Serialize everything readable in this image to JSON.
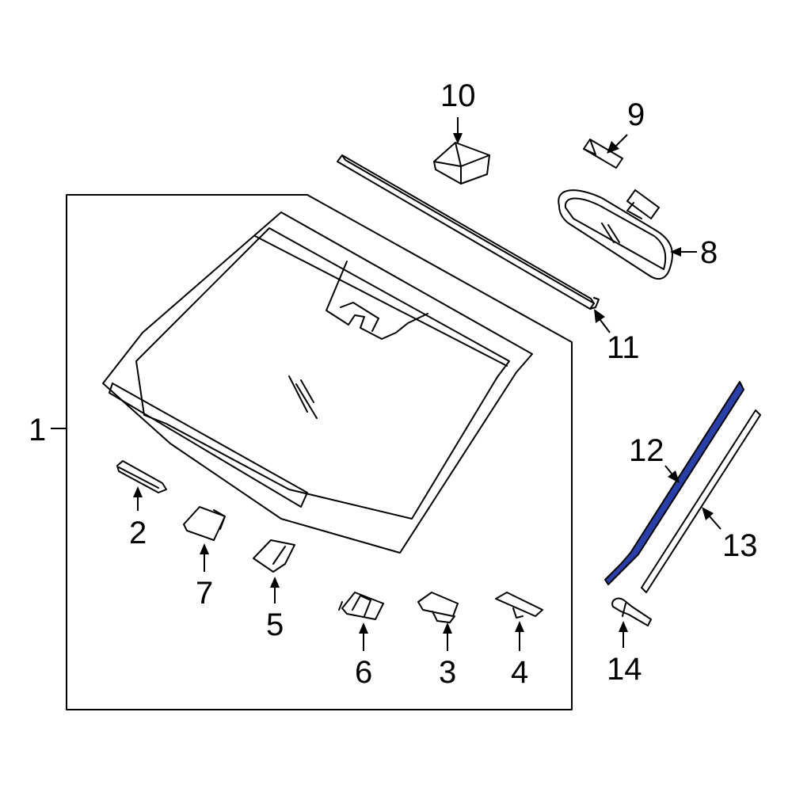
{
  "diagram": {
    "accent_color": "#2a3fa8",
    "callouts": {
      "c1": "1",
      "c2": "2",
      "c3": "3",
      "c4": "4",
      "c5": "5",
      "c6": "6",
      "c7": "7",
      "c8": "8",
      "c9": "9",
      "c10": "10",
      "c11": "11",
      "c12": "12",
      "c13": "13",
      "c14": "14"
    }
  }
}
